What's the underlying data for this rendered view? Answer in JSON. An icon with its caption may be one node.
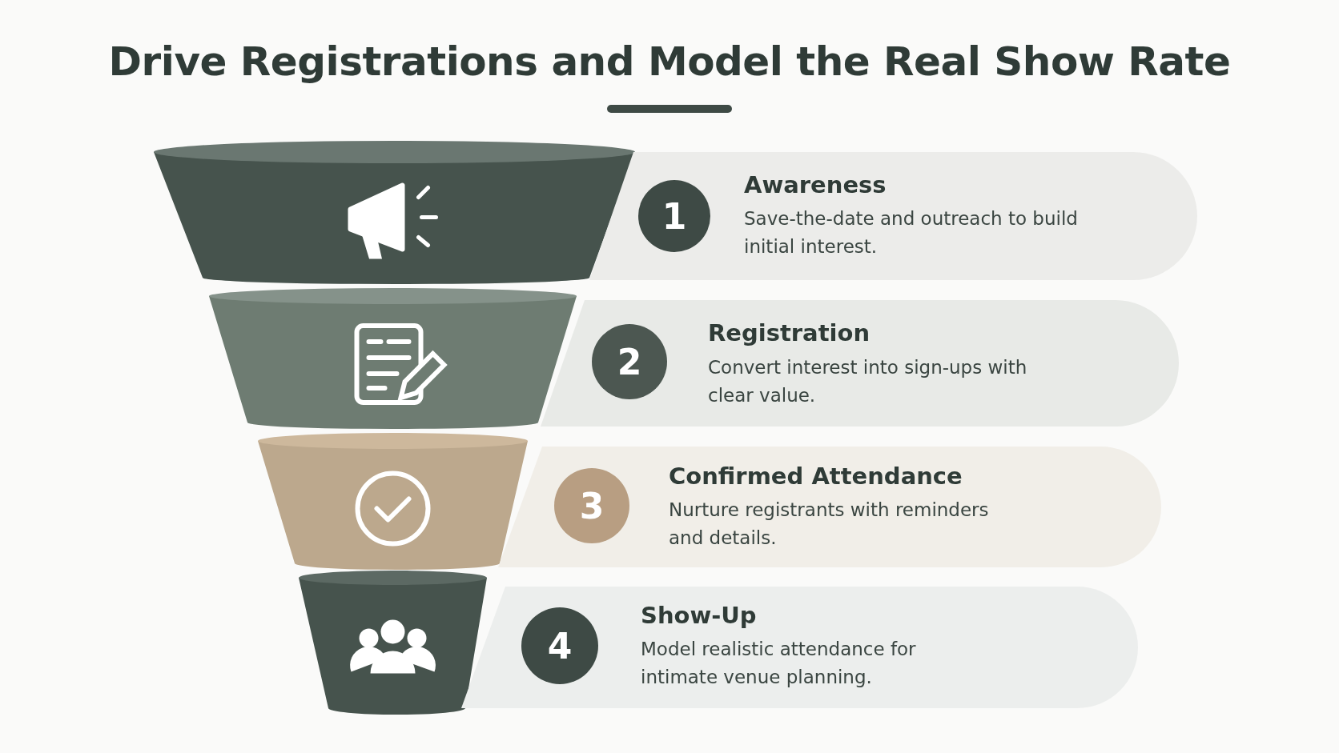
{
  "diagram": {
    "title": "Drive Registrations and Model the Real Show Rate",
    "nodes": [
      {
        "text": [
          "1",
          "Awareness",
          "Save-the-date and outreach to build initial interest."
        ]
      },
      {
        "text": [
          "2",
          "Registration",
          "Convert interest into sign-ups with clear value."
        ]
      },
      {
        "text": [
          "3",
          "Confirmed Attendance",
          "Nurture registrants with reminders and details."
        ]
      },
      {
        "text": [
          "4",
          "Show-Up",
          "Model realistic attendance for intimate venue planning."
        ]
      }
    ],
    "edges": []
  }
}
